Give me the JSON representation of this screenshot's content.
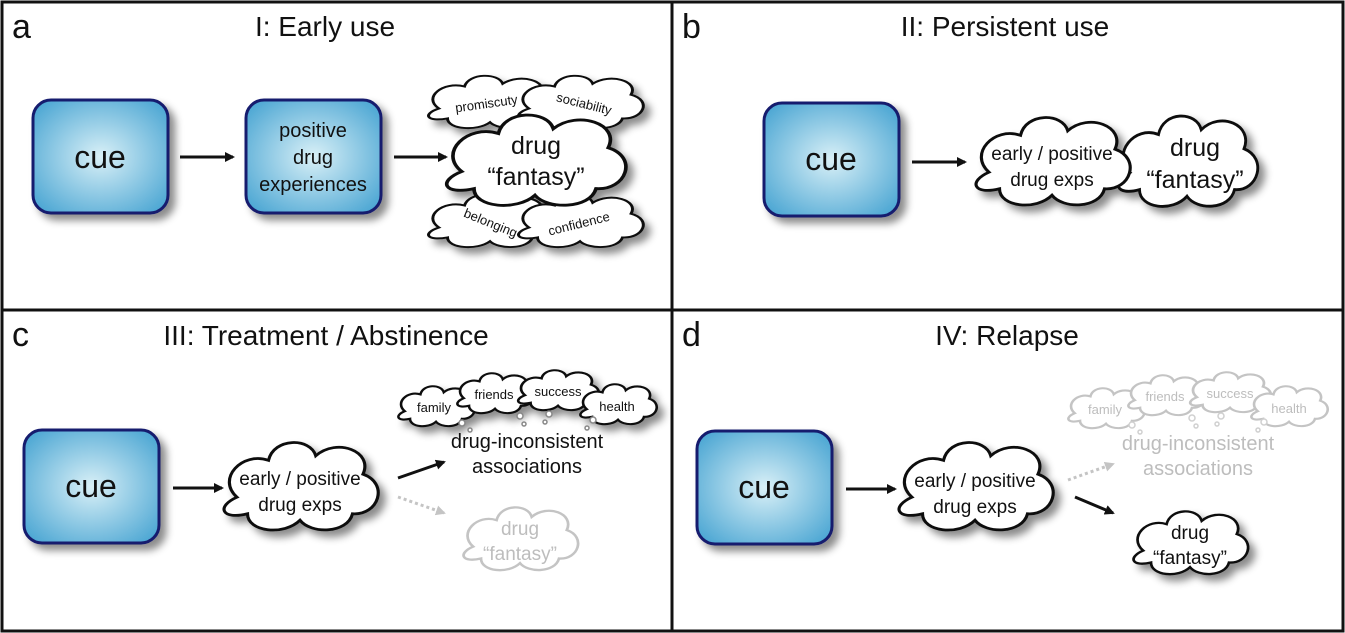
{
  "panels": {
    "a": {
      "letter": "a",
      "title": "I: Early use",
      "cue": "cue",
      "box2": [
        "positive",
        "drug",
        "experiences"
      ],
      "cloud": [
        "drug",
        "“fantasy”"
      ],
      "satellites": [
        "promiscuty",
        "sociability",
        "belonging",
        "confidence"
      ]
    },
    "b": {
      "letter": "b",
      "title": "II: Persistent use",
      "cue": "cue",
      "cloud1": [
        "early / positive",
        "drug exps"
      ],
      "cloud2": [
        "drug",
        "“fantasy”"
      ]
    },
    "c": {
      "letter": "c",
      "title": "III: Treatment / Abstinence",
      "cue": "cue",
      "cloud1": [
        "early / positive",
        "drug exps"
      ],
      "assoc_clouds": [
        "family",
        "friends",
        "success",
        "health"
      ],
      "assoc_label": [
        "drug-inconsistent",
        "associations"
      ],
      "faded_cloud": [
        "drug",
        "“fantasy”"
      ]
    },
    "d": {
      "letter": "d",
      "title": "IV: Relapse",
      "cue": "cue",
      "cloud1": [
        "early / positive",
        "drug exps"
      ],
      "assoc_clouds": [
        "family",
        "friends",
        "success",
        "health"
      ],
      "assoc_label": [
        "drug-inconsistent",
        "associations"
      ],
      "cloud2": [
        "drug",
        "“fantasy”"
      ]
    }
  },
  "colors": {
    "box_fill_center": "#d6eef6",
    "box_fill_edge": "#4aa8d4",
    "box_stroke": "#141a6e",
    "faded": "#bdbdbd"
  }
}
